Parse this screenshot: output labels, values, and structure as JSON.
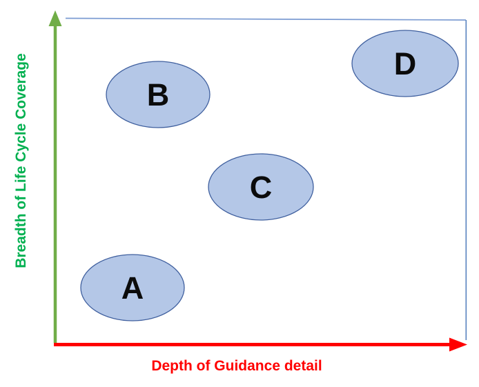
{
  "figure": {
    "y_axis_label": "Breadth of Life Cycle Coverage",
    "x_axis_label": "Depth of Guidance detail"
  },
  "colors": {
    "y_axis_label_text": "#00B050",
    "y_axis_arrow": "#70AD47",
    "x_axis_label_text": "#FF0000",
    "x_axis_arrow": "#FF0000",
    "bubble_fill": "#B4C7E7",
    "bubble_stroke": "#3F5F9E",
    "plot_border": "#7B9BD2",
    "letter": "#0B0B0B"
  },
  "chart_data": {
    "type": "scatter",
    "title": "",
    "xlabel": "Depth of Guidance detail",
    "ylabel": "Breadth of Life Cycle Coverage",
    "xlim": [
      0,
      1
    ],
    "ylim": [
      0,
      1
    ],
    "grid": false,
    "legend": false,
    "marker": "ellipse-bubble",
    "axis_tick_labels": "none",
    "points": [
      {
        "label": "A",
        "x": 0.19,
        "y": 0.17
      },
      {
        "label": "B",
        "x": 0.25,
        "y": 0.77
      },
      {
        "label": "C",
        "x": 0.5,
        "y": 0.48
      },
      {
        "label": "D",
        "x": 0.85,
        "y": 0.86
      }
    ]
  }
}
